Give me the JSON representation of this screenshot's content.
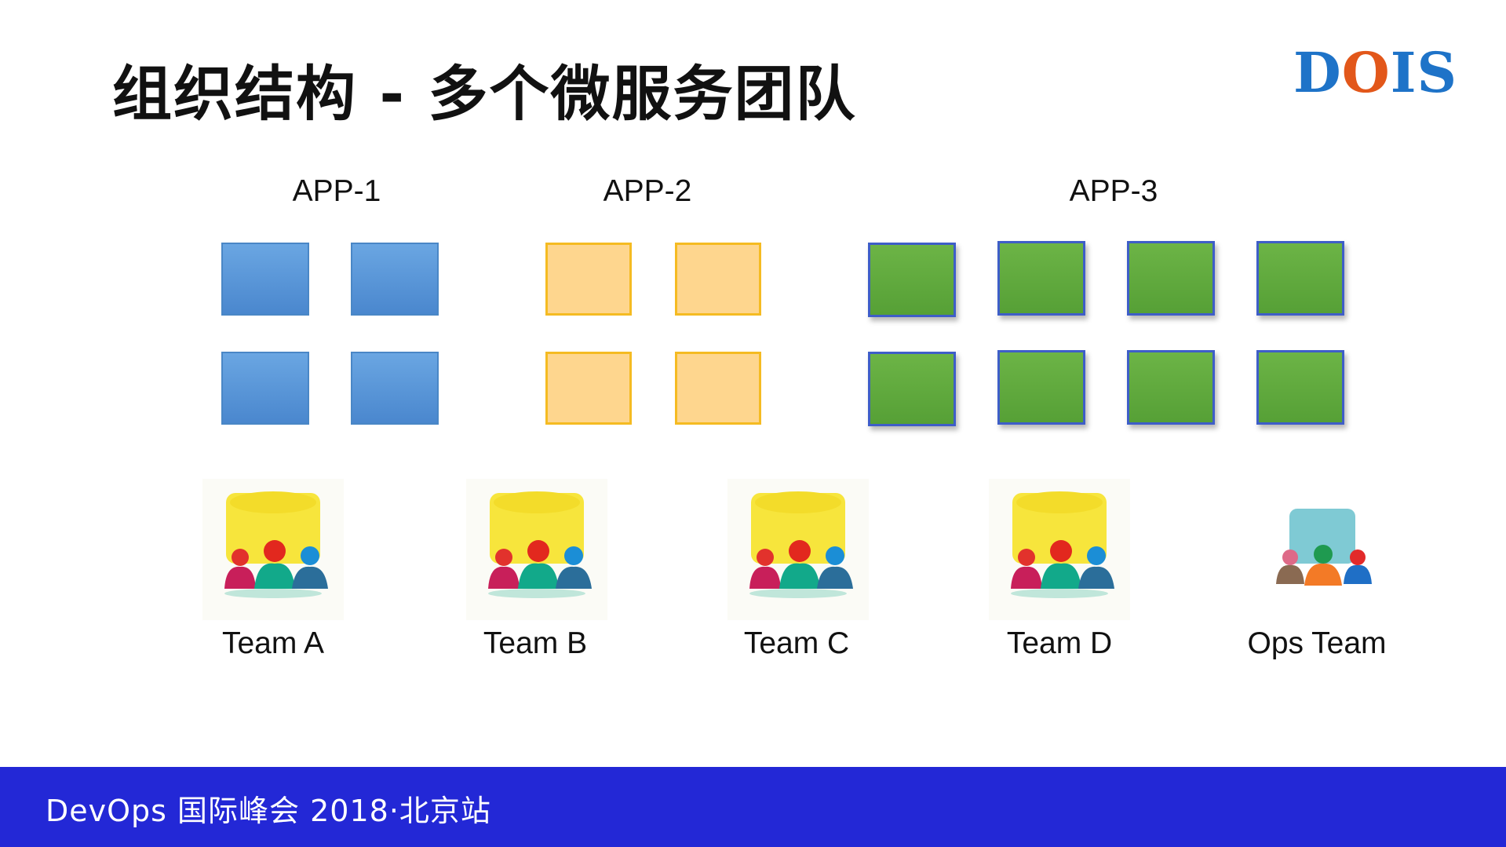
{
  "slide": {
    "title": "组织结构 - 多个微服务团队",
    "logo": {
      "letters": [
        "D",
        "O",
        "I",
        "S"
      ],
      "colors": [
        "#1e73c8",
        "#e2571a",
        "#1e73c8",
        "#1e73c8"
      ]
    }
  },
  "apps": [
    {
      "label": "APP-1",
      "color": "blue",
      "fill": "#5b9bd5"
    },
    {
      "label": "APP-2",
      "color": "orange",
      "fill": "#ffd68c"
    },
    {
      "label": "APP-3",
      "color": "green",
      "fill": "#63aa3e"
    }
  ],
  "teams": [
    {
      "label": "Team A",
      "icon": "team-group-icon"
    },
    {
      "label": "Team B",
      "icon": "team-group-icon"
    },
    {
      "label": "Team C",
      "icon": "team-group-icon"
    },
    {
      "label": "Team D",
      "icon": "team-group-icon"
    },
    {
      "label": "Ops Team",
      "icon": "ops-team-icon"
    }
  ],
  "footer": {
    "text": "DevOps 国际峰会 2018·北京站",
    "background": "#2328d6"
  }
}
